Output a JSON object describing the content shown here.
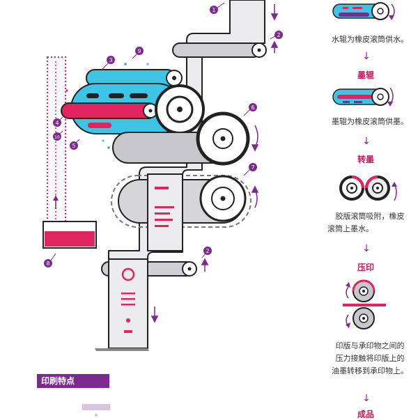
{
  "colors": {
    "purple": "#7b2a8e",
    "magenta": "#e0245e",
    "cyan": "#3ec5e6",
    "dark": "#222222",
    "gray": "#c8c8cc",
    "lightgray": "#ececee"
  },
  "callouts": [
    "1",
    "2",
    "3",
    "9",
    "4",
    "10",
    "5",
    "6",
    "7",
    "8",
    "2"
  ],
  "steps": [
    {
      "caption": "水辊为橡皮滚筒供水。"
    },
    {
      "title": "墨辊",
      "caption": "墨辊为橡皮滚筒供墨。"
    },
    {
      "title": "转墨",
      "caption_line1": "胶版滚筒吸附，橡皮",
      "caption_line2": "滚筒上墨水。"
    },
    {
      "title": "压印",
      "caption_line1": "印版与承印物之间的",
      "caption_line2": "压力接触将印版上的",
      "caption_line3": "油墨转移到承印物上。"
    },
    {
      "title": "成品"
    }
  ],
  "arrow_glyph": "↓",
  "section": {
    "title": "印刷特点"
  }
}
